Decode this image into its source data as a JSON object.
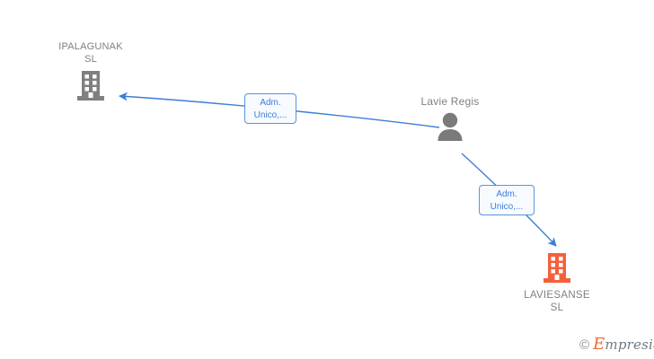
{
  "diagram": {
    "type": "corporate-relationship-graph",
    "background": "#ffffff",
    "colors": {
      "edge": "#3a7fd5",
      "edge_label_border": "#5b93d8",
      "edge_label_text": "#3a7fd5",
      "node_text": "#808080",
      "company_gray": "#808080",
      "company_orange": "#f4603c",
      "person_gray": "#7a7a7a"
    },
    "nodes": [
      {
        "id": "ipalagunak",
        "kind": "company",
        "icon": "building-icon",
        "label": "IPALAGUNAK\nSL",
        "label_position": "above",
        "color": "#808080"
      },
      {
        "id": "lavie-regis",
        "kind": "person",
        "icon": "person-icon",
        "label": "Lavie Regis",
        "label_position": "above",
        "color": "#7a7a7a"
      },
      {
        "id": "laviesanse",
        "kind": "company",
        "icon": "building-icon",
        "label": "LAVIESANSE\nSL",
        "label_position": "below",
        "color": "#f4603c"
      }
    ],
    "edges": [
      {
        "id": "edge-top",
        "from": "lavie-regis",
        "to": "ipalagunak",
        "label": "Adm.\nUnico,...",
        "direction": "to-target"
      },
      {
        "id": "edge-bottom",
        "from": "lavie-regis",
        "to": "laviesanse",
        "label": "Adm.\nUnico,...",
        "direction": "to-target"
      }
    ]
  },
  "watermark": {
    "copyright": "©",
    "brand_initial": "E",
    "brand_rest": "mpresia"
  }
}
